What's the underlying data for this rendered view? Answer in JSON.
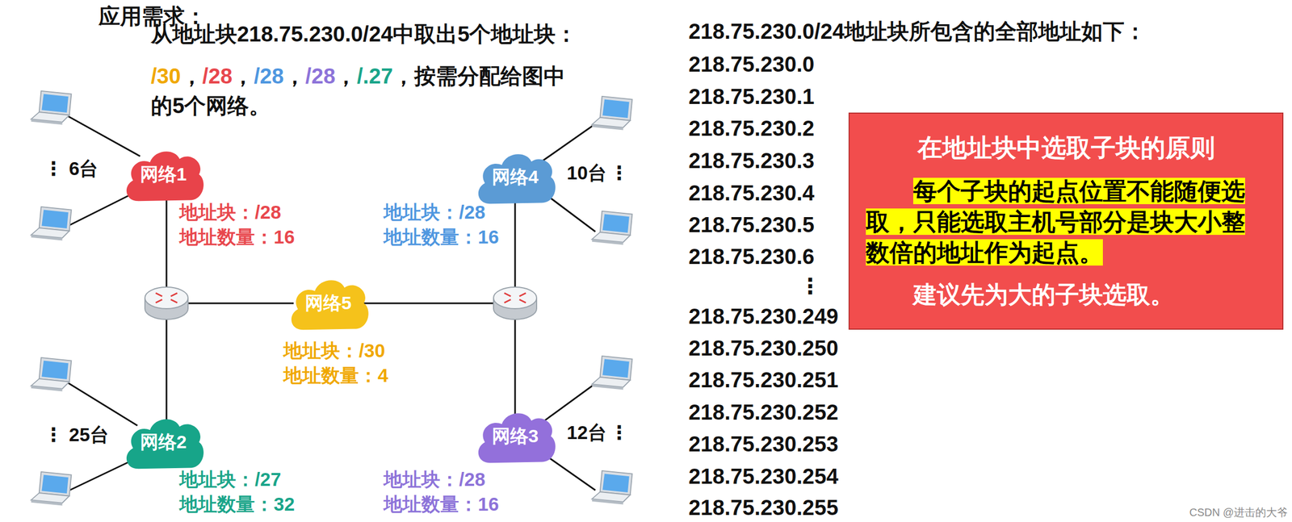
{
  "diagram": {
    "nodes": [
      {
        "text": [
          "网络1"
        ]
      },
      {
        "text": [
          "网络4"
        ]
      },
      {
        "text": [
          "网络5"
        ]
      },
      {
        "text": [
          "网络2"
        ]
      },
      {
        "text": [
          "网络3"
        ]
      },
      {
        "text": [
          "在地址块中选取子块的原则",
          "每个子块的起点位置不能随便选取，只能选取主机号部分是块大小整数倍的地址作为起点。",
          "建议先为大的子块选取。"
        ]
      }
    ],
    "labels": [
      "应用需求：",
      "从地址块218.75.230.0/24中取出5个地址块：",
      "/30",
      "，",
      "/28",
      "，",
      "/28",
      "，",
      "/28",
      "，",
      "/.27",
      "，",
      "按需分配给图中",
      "的5个网络。",
      "⋮",
      "6台",
      "地址块：/28",
      "地址数量：16",
      "10台",
      "⋮",
      "地址块：/28",
      "地址数量：16",
      "地址块：/30",
      "地址数量：4",
      "⋮",
      "25台",
      "地址块：/27",
      "地址数量：32",
      "12台",
      "⋮",
      "地址块：/28",
      "地址数量：16",
      "218.75.230.0/24地址块所包含的全部地址如下：",
      "218.75.230.0",
      "218.75.230.1",
      "218.75.230.2",
      "218.75.230.3",
      "218.75.230.4",
      "218.75.230.5",
      "218.75.230.6",
      "⋮",
      "218.75.230.249",
      "218.75.230.250",
      "218.75.230.251",
      "218.75.230.252",
      "218.75.230.253",
      "218.75.230.254",
      "218.75.230.255",
      "CSDN @进击的大爷"
    ]
  }
}
